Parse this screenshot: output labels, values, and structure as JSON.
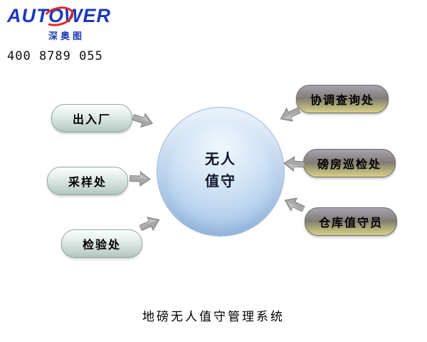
{
  "header": {
    "brand": "AUTOWER",
    "brand_subtitle": "深奥图",
    "phone": "400 8789 055"
  },
  "diagram": {
    "hub": {
      "line1": "无人",
      "line2": "值守"
    },
    "left_nodes": [
      {
        "label": "出入厂"
      },
      {
        "label": "采样处"
      },
      {
        "label": "检验处"
      }
    ],
    "right_nodes": [
      {
        "label": "协调查询处"
      },
      {
        "label": "磅房巡检处"
      },
      {
        "label": "仓库值守员"
      }
    ]
  },
  "footer": {
    "title": "地磅无人值守管理系统"
  },
  "icons": {
    "swoosh": "red elliptical comet swoosh around logo O",
    "arrow": "gray 3D block arrow pointing toward hub"
  },
  "colors": {
    "brand_blue": "#1c39bb",
    "swoosh_red": "#e8251c",
    "hub_fill": "#b9d4ee",
    "left_node_fill": "#c6d7d0",
    "right_node_top": "#a7a3b1",
    "right_node_bottom": "#d6d18c",
    "arrow_gray": "#a8a8a8"
  }
}
